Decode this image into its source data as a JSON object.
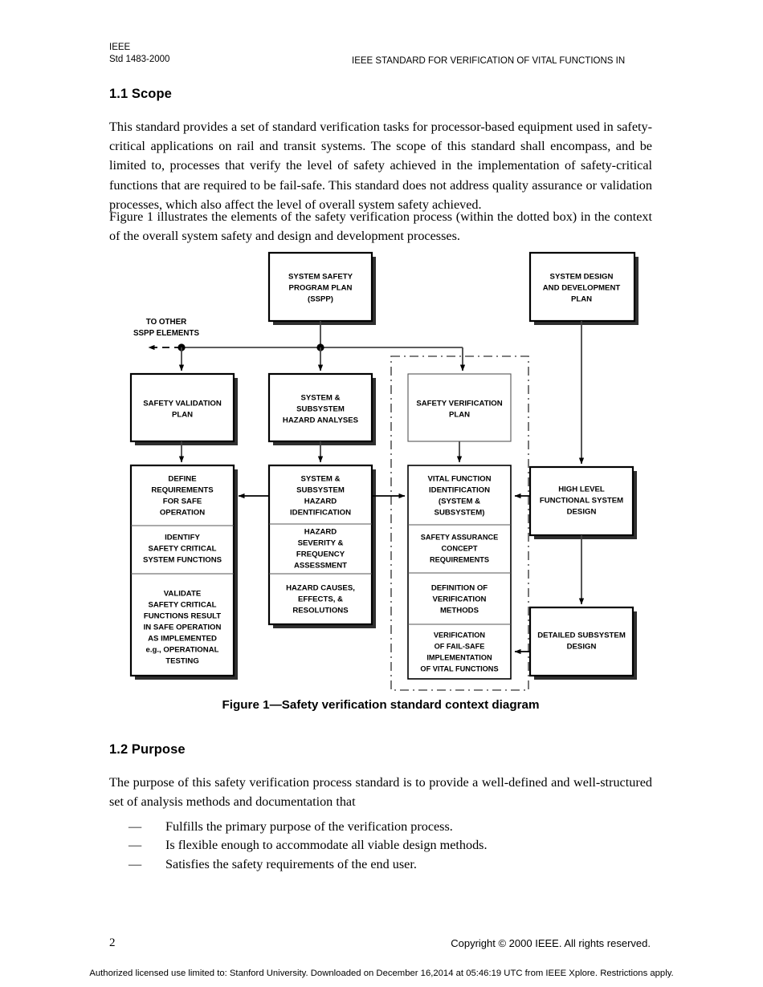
{
  "runninghead": {
    "org": "IEEE",
    "std": "Std 1483-2000",
    "title": "IEEE STANDARD FOR VERIFICATION OF VITAL FUNCTIONS IN"
  },
  "sections": {
    "scope": {
      "heading": "1.1 Scope",
      "p1": "This standard provides a set of standard verification tasks for processor-based equipment used in safety-critical applications on rail and transit systems. The scope of this standard shall encompass, and be limited to, processes that verify the level of safety achieved in the implementation of safety-critical functions that are required to be fail-safe. This standard does not address quality assurance or validation processes, which also affect the level of overall system safety achieved.",
      "p2": "Figure 1 illustrates the elements of the safety verification process (within the dotted box) in the context of the overall system safety and design and development processes."
    },
    "purpose": {
      "heading": "1.2 Purpose",
      "p1": "The purpose of this safety verification process standard is to provide a well-defined and well-structured set of analysis methods and documentation that",
      "dash": "—",
      "items": [
        "Fulfills the primary purpose of the verification process.",
        "Is flexible enough to accommodate all viable design methods.",
        "Satisfies the safety requirements of the end user."
      ]
    }
  },
  "figure": {
    "caption": "Figure 1—Safety verification standard context diagram",
    "annotation": "TO OTHER\nSSPP ELEMENTS",
    "annotation_lines": [
      "TO OTHER",
      "SSPP ELEMENTS"
    ],
    "boxes": {
      "sspp": [
        "SYSTEM SAFETY",
        "PROGRAM PLAN",
        "(SSPP)"
      ],
      "sysdesign": [
        "SYSTEM DESIGN",
        "AND DEVELOPMENT",
        "PLAN"
      ],
      "safety_validation_plan": [
        "SAFETY VALIDATION",
        "PLAN"
      ],
      "hazard_analyses": [
        "SYSTEM &",
        "SUBSYSTEM",
        "HAZARD ANALYSES"
      ],
      "safety_verification_plan": [
        "SAFETY VERIFICATION",
        "PLAN"
      ],
      "define_requirements": [
        "DEFINE",
        "REQUIREMENTS",
        "FOR SAFE",
        "OPERATION"
      ],
      "identify_functions": [
        "IDENTIFY",
        "SAFETY CRITICAL",
        "SYSTEM FUNCTIONS"
      ],
      "validate_functions": [
        "VALIDATE",
        "SAFETY CRITICAL",
        "FUNCTIONS RESULT",
        "IN SAFE OPERATION",
        "AS IMPLEMENTED",
        "e.g., OPERATIONAL",
        "TESTING"
      ],
      "hazard_identification": [
        "SYSTEM &",
        "SUBSYSTEM",
        "HAZARD",
        "IDENTIFICATION"
      ],
      "hazard_severity": [
        "HAZARD",
        "SEVERITY &",
        "FREQUENCY",
        "ASSESSMENT"
      ],
      "hazard_causes": [
        "HAZARD CAUSES,",
        "EFFECTS, &",
        "RESOLUTIONS"
      ],
      "vital_function_id": [
        "VITAL FUNCTION",
        "IDENTIFICATION",
        "(SYSTEM &",
        "SUBSYSTEM)"
      ],
      "safety_assurance": [
        "SAFETY ASSURANCE",
        "CONCEPT",
        "REQUIREMENTS"
      ],
      "definition_methods": [
        "DEFINITION OF",
        "VERIFICATION",
        "METHODS"
      ],
      "verification_failsafe": [
        "VERIFICATION",
        "OF FAIL-SAFE",
        "IMPLEMENTATION",
        "OF VITAL FUNCTIONS"
      ],
      "high_level_design": [
        "HIGH LEVEL",
        "FUNCTIONAL SYSTEM",
        "DESIGN"
      ],
      "detailed_subsystem": [
        "DETAILED SUBSYSTEM",
        "DESIGN"
      ]
    }
  },
  "footer": {
    "page": "2",
    "copyright": "Copyright © 2000 IEEE. All rights reserved.",
    "license": "Authorized licensed use limited to: Stanford University. Downloaded on December 16,2014 at 05:46:19 UTC from IEEE Xplore.  Restrictions apply."
  },
  "colors": {
    "ink": "#000000",
    "paper": "#ffffff",
    "shadow": "#303030",
    "rule": "#555555"
  }
}
